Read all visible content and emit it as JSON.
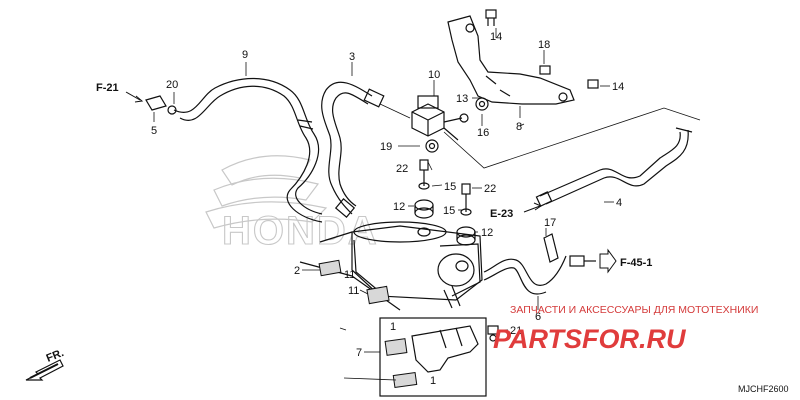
{
  "diagram_code": "MJCHF2600",
  "brand_watermark": "HONDA",
  "watermark": {
    "subtitle": "ЗАПЧАСТИ И АКСЕССУАРЫ ДЛЯ МОТОТЕХНИКИ",
    "logo": "PARTSFOR.RU"
  },
  "direction_label": "FR.",
  "refs": {
    "f21": "F-21",
    "e23": "E-23",
    "f451": "F-45-1"
  },
  "callouts": {
    "c1a": "1",
    "c1b": "1",
    "c2": "2",
    "c3": "3",
    "c4": "4",
    "c5": "5",
    "c6": "6",
    "c7": "7",
    "c8": "8",
    "c9": "9",
    "c10": "10",
    "c11a": "11",
    "c11b": "11",
    "c12a": "12",
    "c12b": "12",
    "c13": "13",
    "c14a": "14",
    "c14b": "14",
    "c15a": "15",
    "c15b": "15",
    "c16": "16",
    "c17": "17",
    "c18": "18",
    "c19": "19",
    "c20": "20",
    "c21": "21",
    "c22a": "22",
    "c22b": "22"
  },
  "colors": {
    "line": "#111111",
    "watermark_red": "#e03c3c",
    "honda_outline": "#c8c8c8"
  }
}
